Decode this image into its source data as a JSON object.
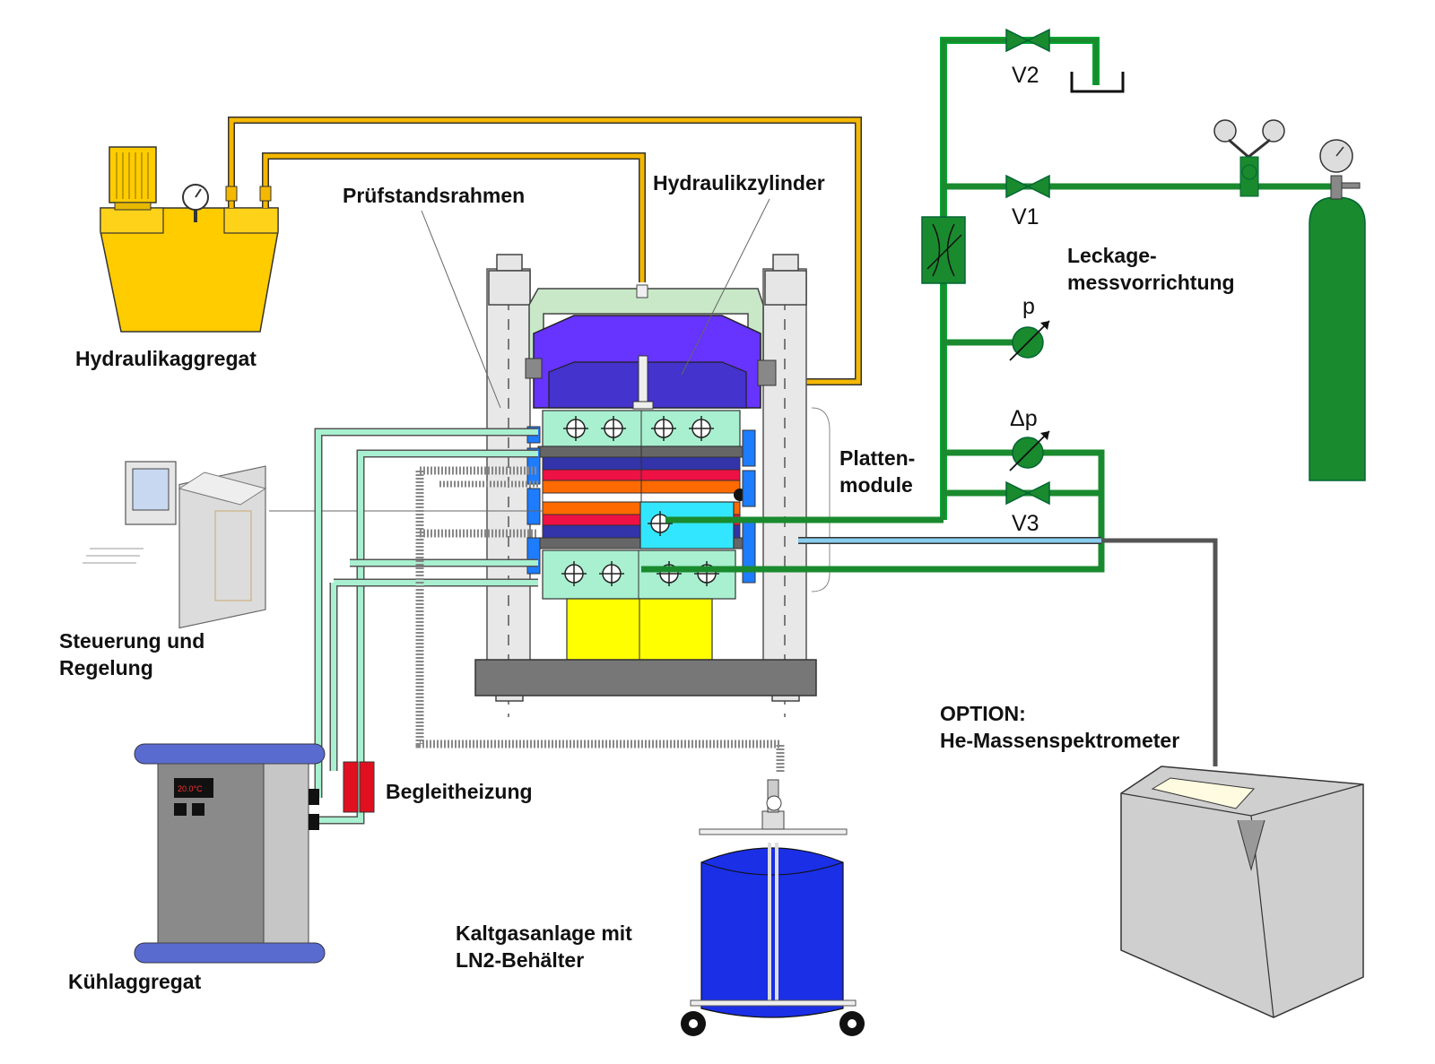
{
  "labels": {
    "hydraulikaggregat": "Hydraulikaggregat",
    "pruefstandsrahmen": "Prüfstandsrahmen",
    "hydraulikzylinder": "Hydraulikzylinder",
    "steuerung_line1": "Steuerung und",
    "steuerung_line2": "Regelung",
    "kuehlaggregat": "Kühlaggregat",
    "begleitheizung": "Begleitheizung",
    "kaltgas_line1": "Kaltgasanlage mit",
    "kaltgas_line2": "LN2-Behälter",
    "platten_line1": "Platten-",
    "platten_line2": "module",
    "leckage_line1": "Leckage-",
    "leckage_line2": "messvorrichtung",
    "option_line1": "OPTION:",
    "option_line2": "He-Massenspektrometer"
  },
  "valves": {
    "v1": "V1",
    "v2": "V2",
    "v3": "V3"
  },
  "gauges": {
    "p": "p",
    "dp": "Δp"
  },
  "cooler_display": "20.0°C",
  "colors": {
    "hydraulic_oil": "#f5b800",
    "hydraulic_unit": "#ffcc00",
    "gas_line": "#1a8a2e",
    "coolant_line": "#a8f0d0",
    "cylinder": "#6633ff",
    "frame": "#e6e6e6",
    "ln2_tank": "#1a2fe6",
    "heater": "#e01020"
  }
}
